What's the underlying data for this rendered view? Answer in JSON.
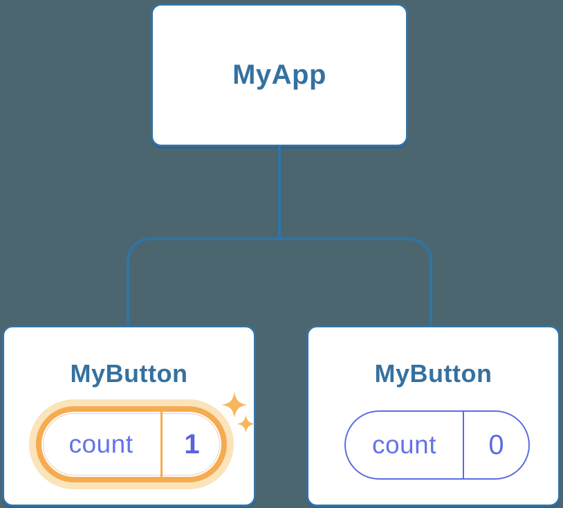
{
  "diagram": {
    "type": "component-tree",
    "root": {
      "label": "MyApp"
    },
    "children": [
      {
        "label": "MyButton",
        "state": {
          "name": "count",
          "value": "1"
        },
        "highlighted": true,
        "icons": [
          "sparkle-icon",
          "sparkle-icon"
        ]
      },
      {
        "label": "MyButton",
        "state": {
          "name": "count",
          "value": "0"
        },
        "highlighted": false
      }
    ]
  },
  "colors": {
    "background": "#4c6670",
    "node_border": "#3373a4",
    "node_label": "#35719f",
    "connector": "#2f74a8",
    "state_purple": "#5b6be2",
    "count_text": "#6472e8",
    "value_text": "#5a64d9",
    "highlight_orange": "#f5ab50",
    "highlight_glow": "#fbe3ba",
    "sparkle": "#f7b65b"
  }
}
